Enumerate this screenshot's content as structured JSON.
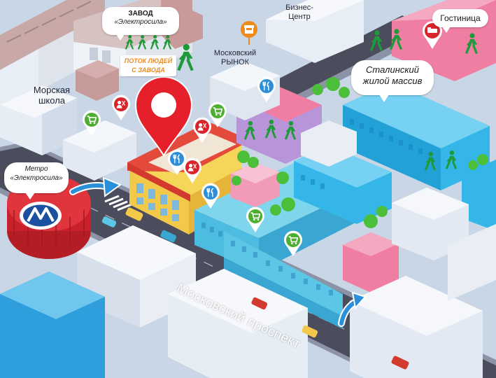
{
  "labels": {
    "zavod_title": "ЗАВОД",
    "zavod_name": "«Электросила»",
    "flow_line1": "ПОТОК ЛЮДЕЙ",
    "flow_line2": "С ЗАВОДА",
    "metro_line1": "Метро",
    "metro_line2": "«Электросила»",
    "business_line1": "Бизнес-",
    "business_line2": "Центр",
    "market_line1": "Московский",
    "market_line2": "РЫНОК",
    "hotel": "Гостиница",
    "school_line1": "Морская",
    "school_line2": "школа",
    "residential_line1": "Сталинский",
    "residential_line2": "жилой массив",
    "avenue": "Московский проспект"
  },
  "colors": {
    "background": "#c9d6e6",
    "road": "#4b4d5c",
    "main_pin": "#e5202a",
    "shop_pin": "#4caf2f",
    "cafe_pin": "#2f8ed6",
    "service_pin": "#d9242b",
    "pedestrian": "#1e9a3a",
    "metro": "#d8262f",
    "accent_orange": "#ef8a1c",
    "arrow_blue": "#2a8fd8"
  },
  "icons": {
    "main_pin": "map-pin-icon",
    "shop": "shopping-cart-icon",
    "cafe": "fork-knife-icon",
    "service": "beauty-salon-icon",
    "market": "market-stall-icon",
    "hotel": "hotel-bed-icon",
    "metro": "metro-logo-icon",
    "pedestrian": "walking-person-icon"
  }
}
